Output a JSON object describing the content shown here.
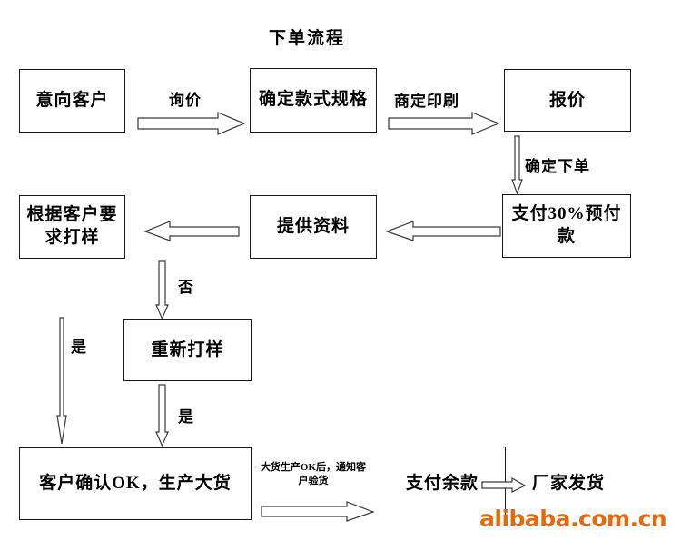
{
  "title": "下单流程",
  "nodes": [
    {
      "id": "intent-customer",
      "label": "意向客户"
    },
    {
      "id": "confirm-style-spec",
      "label": "确定款式规格"
    },
    {
      "id": "quotation",
      "label": "报价"
    },
    {
      "id": "sample-per-request",
      "label": "根据客户要求打样"
    },
    {
      "id": "provide-materials",
      "label": "提供资料"
    },
    {
      "id": "pay-deposit-30",
      "label": "支付30%预付款"
    },
    {
      "id": "re-sample",
      "label": "重新打样"
    },
    {
      "id": "customer-confirm-ok",
      "label": "客户确认OK，生产大货"
    },
    {
      "id": "pay-balance",
      "label": "支付余款"
    },
    {
      "id": "factory-ship",
      "label": "厂家发货"
    }
  ],
  "edges": [
    {
      "id": "inquiry",
      "label": "询价",
      "from": "intent-customer",
      "to": "confirm-style-spec"
    },
    {
      "id": "agree-printing",
      "label": "商定印刷",
      "from": "confirm-style-spec",
      "to": "quotation"
    },
    {
      "id": "confirm-order",
      "label": "确定下单",
      "from": "quotation",
      "to": "pay-deposit-30"
    },
    {
      "id": "deposit-to-docs",
      "label": "",
      "from": "pay-deposit-30",
      "to": "provide-materials"
    },
    {
      "id": "docs-to-sample",
      "label": "",
      "from": "provide-materials",
      "to": "sample-per-request"
    },
    {
      "id": "sample-no",
      "label": "否",
      "from": "sample-per-request",
      "to": "re-sample"
    },
    {
      "id": "sample-yes",
      "label": "是",
      "from": "sample-per-request",
      "to": "customer-confirm-ok"
    },
    {
      "id": "resample-yes",
      "label": "是",
      "from": "re-sample",
      "to": "customer-confirm-ok"
    },
    {
      "id": "notify-inspection",
      "label": "大货生产OK后，通知客户验货",
      "from": "customer-confirm-ok",
      "to": "pay-balance"
    },
    {
      "id": "balance-to-ship",
      "label": "",
      "from": "pay-balance",
      "to": "factory-ship"
    }
  ],
  "watermark": {
    "text": "alibaba.com.cn",
    "color": "#e8690b"
  },
  "colors": {
    "line": "#1a1a1a",
    "arrow_stroke": "#3a3a3a",
    "arrow_fill": "#ffffff",
    "text": "#000000"
  }
}
